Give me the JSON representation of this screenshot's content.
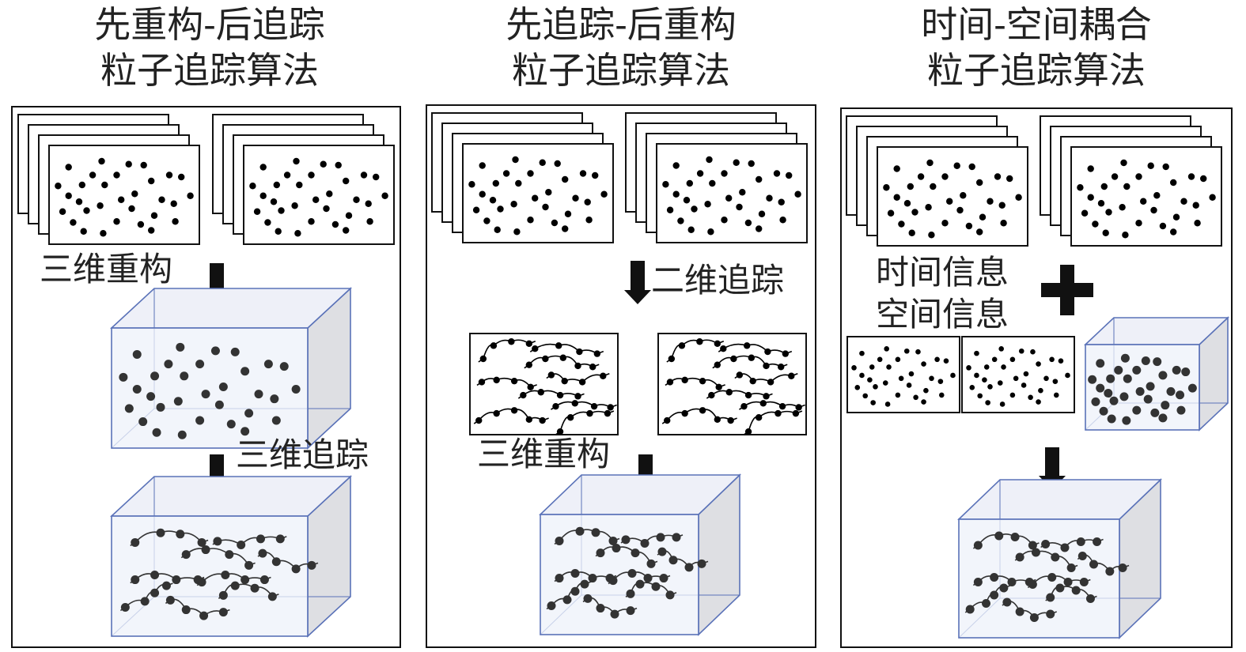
{
  "colors": {
    "cube_front": "#eef1fa",
    "cube_side": "#dedfe3",
    "cube_edge": "#5a72b8",
    "particle_2d": "#000000",
    "particle_3d": "#333333",
    "arrow": "#111111",
    "text": "#222222"
  },
  "panels": [
    {
      "title_line1": "先重构-后追踪",
      "title_line2": "粒子追踪算法",
      "step1_label": "三维重构",
      "step2_label": "三维追踪"
    },
    {
      "title_line1": "先追踪-后重构",
      "title_line2": "粒子追踪算法",
      "step1_label": "二维追踪",
      "step2_label": "三维重构"
    },
    {
      "title_line1": "时间-空间耦合",
      "title_line2": "粒子追踪算法",
      "info_line1": "时间信息",
      "info_line2": "空间信息",
      "plus_symbol": "+"
    }
  ],
  "icons": {
    "image_stack": "image-stack-icon",
    "down_arrow": "down-arrow-icon",
    "cube_particles": "particle-cube-icon",
    "cube_trajectories": "trajectory-cube-icon",
    "plus": "plus-icon"
  }
}
